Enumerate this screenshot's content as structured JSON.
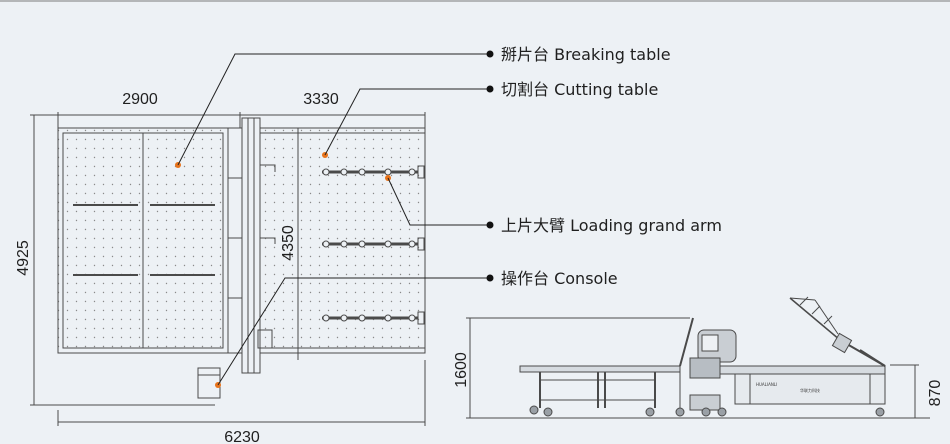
{
  "dimensions": {
    "breaking_width": "2900",
    "cutting_width": "3330",
    "overall_height": "4925",
    "cutting_height": "4350",
    "overall_width": "6230",
    "side_height": "1600",
    "table_height": "870"
  },
  "callouts": [
    {
      "label": "掰片台 Breaking table"
    },
    {
      "label": "切割台 Cutting table"
    },
    {
      "label": "上片大臂 Loading grand arm"
    },
    {
      "label": "操作台 Console"
    }
  ],
  "side_view": {
    "brand_text": "HUALIANLI",
    "brand_cn": "华联力科技"
  },
  "colors": {
    "background": "#edf1f5",
    "line": "#4a4a4a",
    "accent": "#e8731a"
  }
}
